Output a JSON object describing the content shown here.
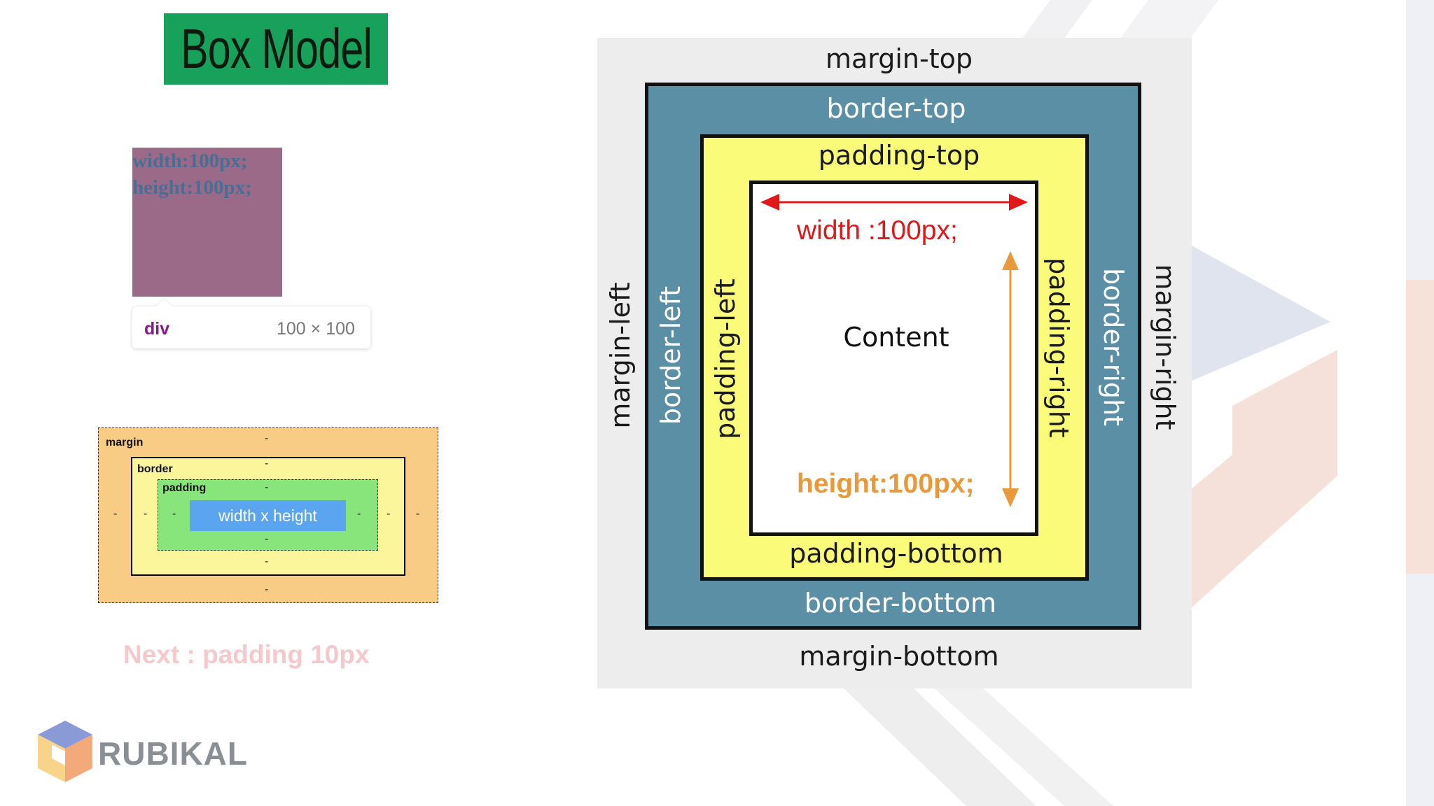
{
  "title": "Box Model",
  "preview": {
    "line1": "width:100px;",
    "line2": "height:100px;",
    "tooltip_tag": "div",
    "tooltip_size": "100 × 100"
  },
  "devtools_box": {
    "margin_label": "margin",
    "border_label": "border",
    "padding_label": "padding",
    "content_label": "width x height",
    "dash": "-"
  },
  "next_text": "Next : padding 10px",
  "logo_text": "RUBIKAL",
  "diagram": {
    "margin_top": "margin-top",
    "margin_bottom": "margin-bottom",
    "margin_left": "margin-left",
    "margin_right": "margin-right",
    "border_top": "border-top",
    "border_bottom": "border-bottom",
    "border_left": "border-left",
    "border_right": "border-right",
    "padding_top": "padding-top",
    "padding_bottom": "padding-bottom",
    "padding_left": "padding-left",
    "padding_right": "padding-right",
    "width_text": "width :100px;",
    "height_text": "height:100px;",
    "content_text": "Content"
  },
  "colors": {
    "title_bg": "#17a15a",
    "border_fill": "#5a8fa5",
    "padding_fill": "#fbfb7a",
    "width_arrow": "#e01818",
    "height_arrow": "#e89a3a"
  }
}
